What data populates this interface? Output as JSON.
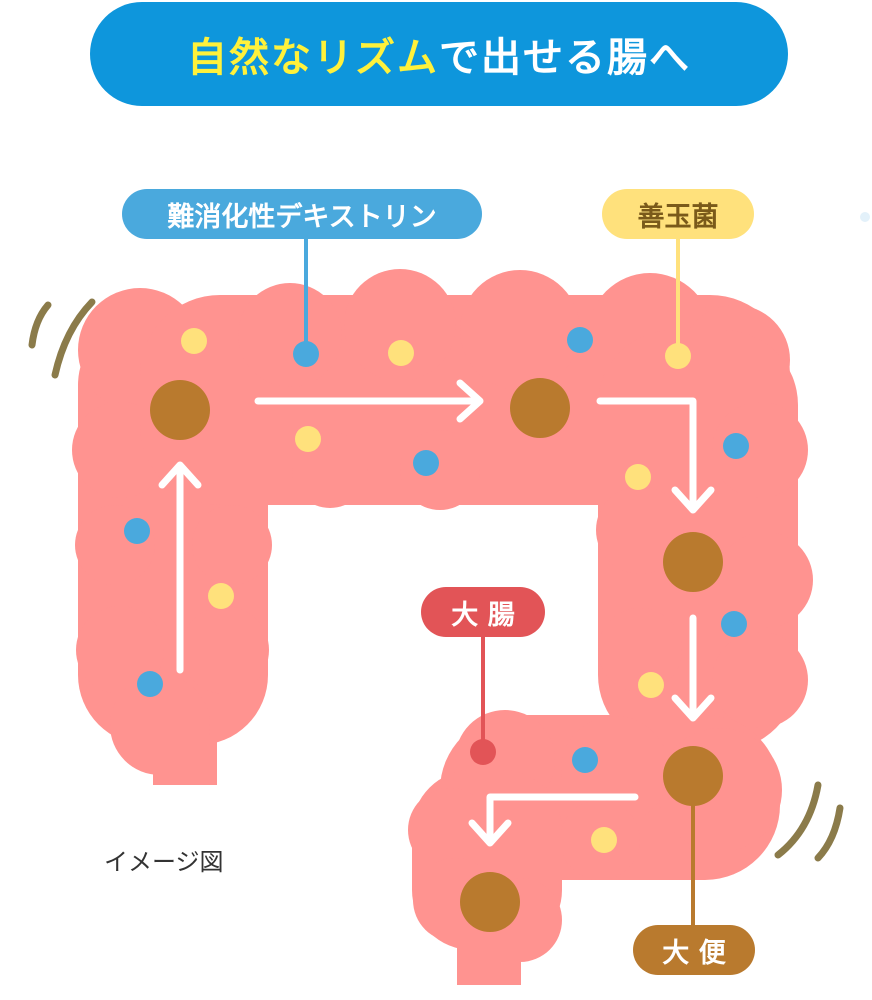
{
  "title": {
    "highlight": "自然なリズム",
    "rest": "で出せる腸へ"
  },
  "labels": {
    "fiber": "難消化性デキストリン",
    "bacteria": "善玉菌",
    "colon": "大 腸",
    "stool": "大 便"
  },
  "caption": "イメージ図",
  "colors": {
    "banner": "#0e96dc",
    "title_highlight": "#fff13b",
    "intestine": "#ff9390",
    "fiber": "#4aa9dd",
    "bacteria": "#ffe17c",
    "stool": "#b97a2e",
    "colon_label": "#e25457",
    "motion_lines": "#8b7b4a"
  }
}
